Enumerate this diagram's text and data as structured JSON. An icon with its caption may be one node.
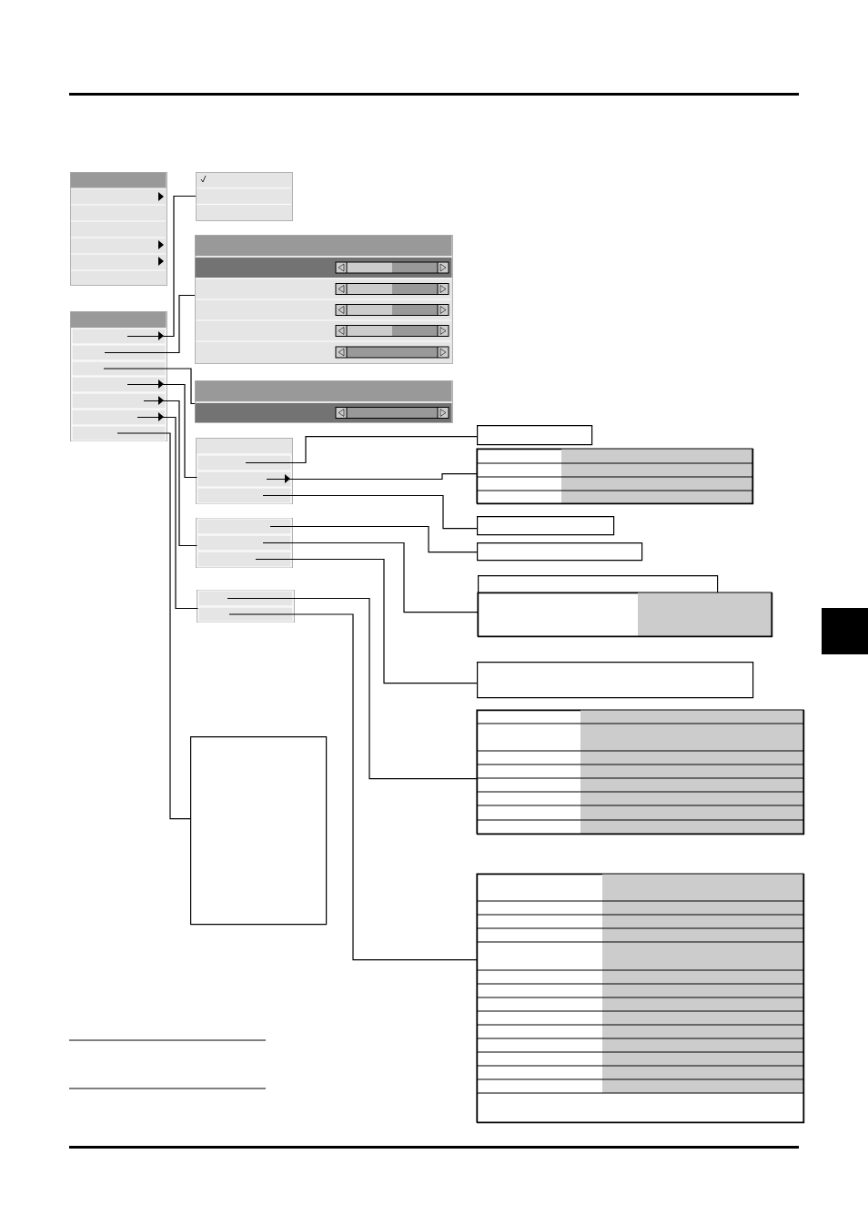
{
  "diagram": {
    "nodes": [
      {
        "text": [],
        "shape": "box"
      },
      {
        "text": [],
        "shape": "box"
      },
      {
        "text": [],
        "shape": "box",
        "in": 1
      },
      {
        "text": [],
        "shape": "box",
        "in": 1
      },
      {
        "text": [],
        "shape": "box",
        "in": 1
      },
      {
        "text": [],
        "shape": "box",
        "in": 1
      },
      {
        "text": [],
        "shape": "box",
        "in": 1
      },
      {
        "text": [],
        "shape": "box",
        "in": 1
      },
      {
        "text": [],
        "shape": "box",
        "in": 1
      },
      {
        "text": [],
        "shape": "box"
      },
      {
        "text": [],
        "shape": "box"
      },
      {
        "text": [],
        "shape": "box"
      },
      {
        "text": [],
        "shape": "box"
      },
      {
        "text": [],
        "shape": "box",
        "in": 12
      },
      {
        "text": [],
        "shape": "box",
        "in": 12
      },
      {
        "text": [],
        "shape": "box",
        "in": 12
      },
      {
        "text": [],
        "shape": "box"
      },
      {
        "text": [],
        "shape": "box",
        "in": 16
      },
      {
        "text": [],
        "shape": "box",
        "in": 16
      },
      {
        "text": [],
        "shape": "box",
        "in": 16
      },
      {
        "text": [],
        "shape": "box"
      },
      {
        "text": [],
        "shape": "box",
        "in": 20
      },
      {
        "text": [],
        "shape": "box",
        "in": 20
      },
      {
        "text": [],
        "shape": "box"
      },
      {
        "text": [],
        "shape": "box"
      },
      {
        "text": [],
        "shape": "box"
      },
      {
        "text": [],
        "shape": "box"
      },
      {
        "text": [],
        "shape": "box"
      },
      {
        "text": [],
        "shape": "box"
      },
      {
        "text": [],
        "shape": "box"
      },
      {
        "text": [],
        "shape": "box"
      },
      {
        "text": [],
        "shape": "box"
      },
      {
        "text": [],
        "shape": "box"
      }
    ],
    "edges": [
      {
        "from": 2,
        "to": 9,
        "arrow": "none"
      },
      {
        "from": 3,
        "to": 10,
        "arrow": "none"
      },
      {
        "from": 4,
        "to": 11,
        "arrow": "none"
      },
      {
        "from": 5,
        "to": 14,
        "arrow": "none"
      },
      {
        "from": 6,
        "to": 18,
        "arrow": "none"
      },
      {
        "from": 7,
        "to": 22,
        "arrow": "none"
      },
      {
        "from": 8,
        "to": 23,
        "arrow": "none"
      },
      {
        "from": 13,
        "to": 24,
        "arrow": "none"
      },
      {
        "from": 14,
        "to": 25,
        "arrow": "none"
      },
      {
        "from": 15,
        "to": 26,
        "arrow": "none"
      },
      {
        "from": 17,
        "to": 27,
        "arrow": "none"
      },
      {
        "from": 18,
        "to": 29,
        "arrow": "none"
      },
      {
        "from": 19,
        "to": 30,
        "arrow": "none"
      },
      {
        "from": 21,
        "to": 31,
        "arrow": "none"
      },
      {
        "from": 22,
        "to": 32,
        "arrow": "none"
      }
    ]
  }
}
